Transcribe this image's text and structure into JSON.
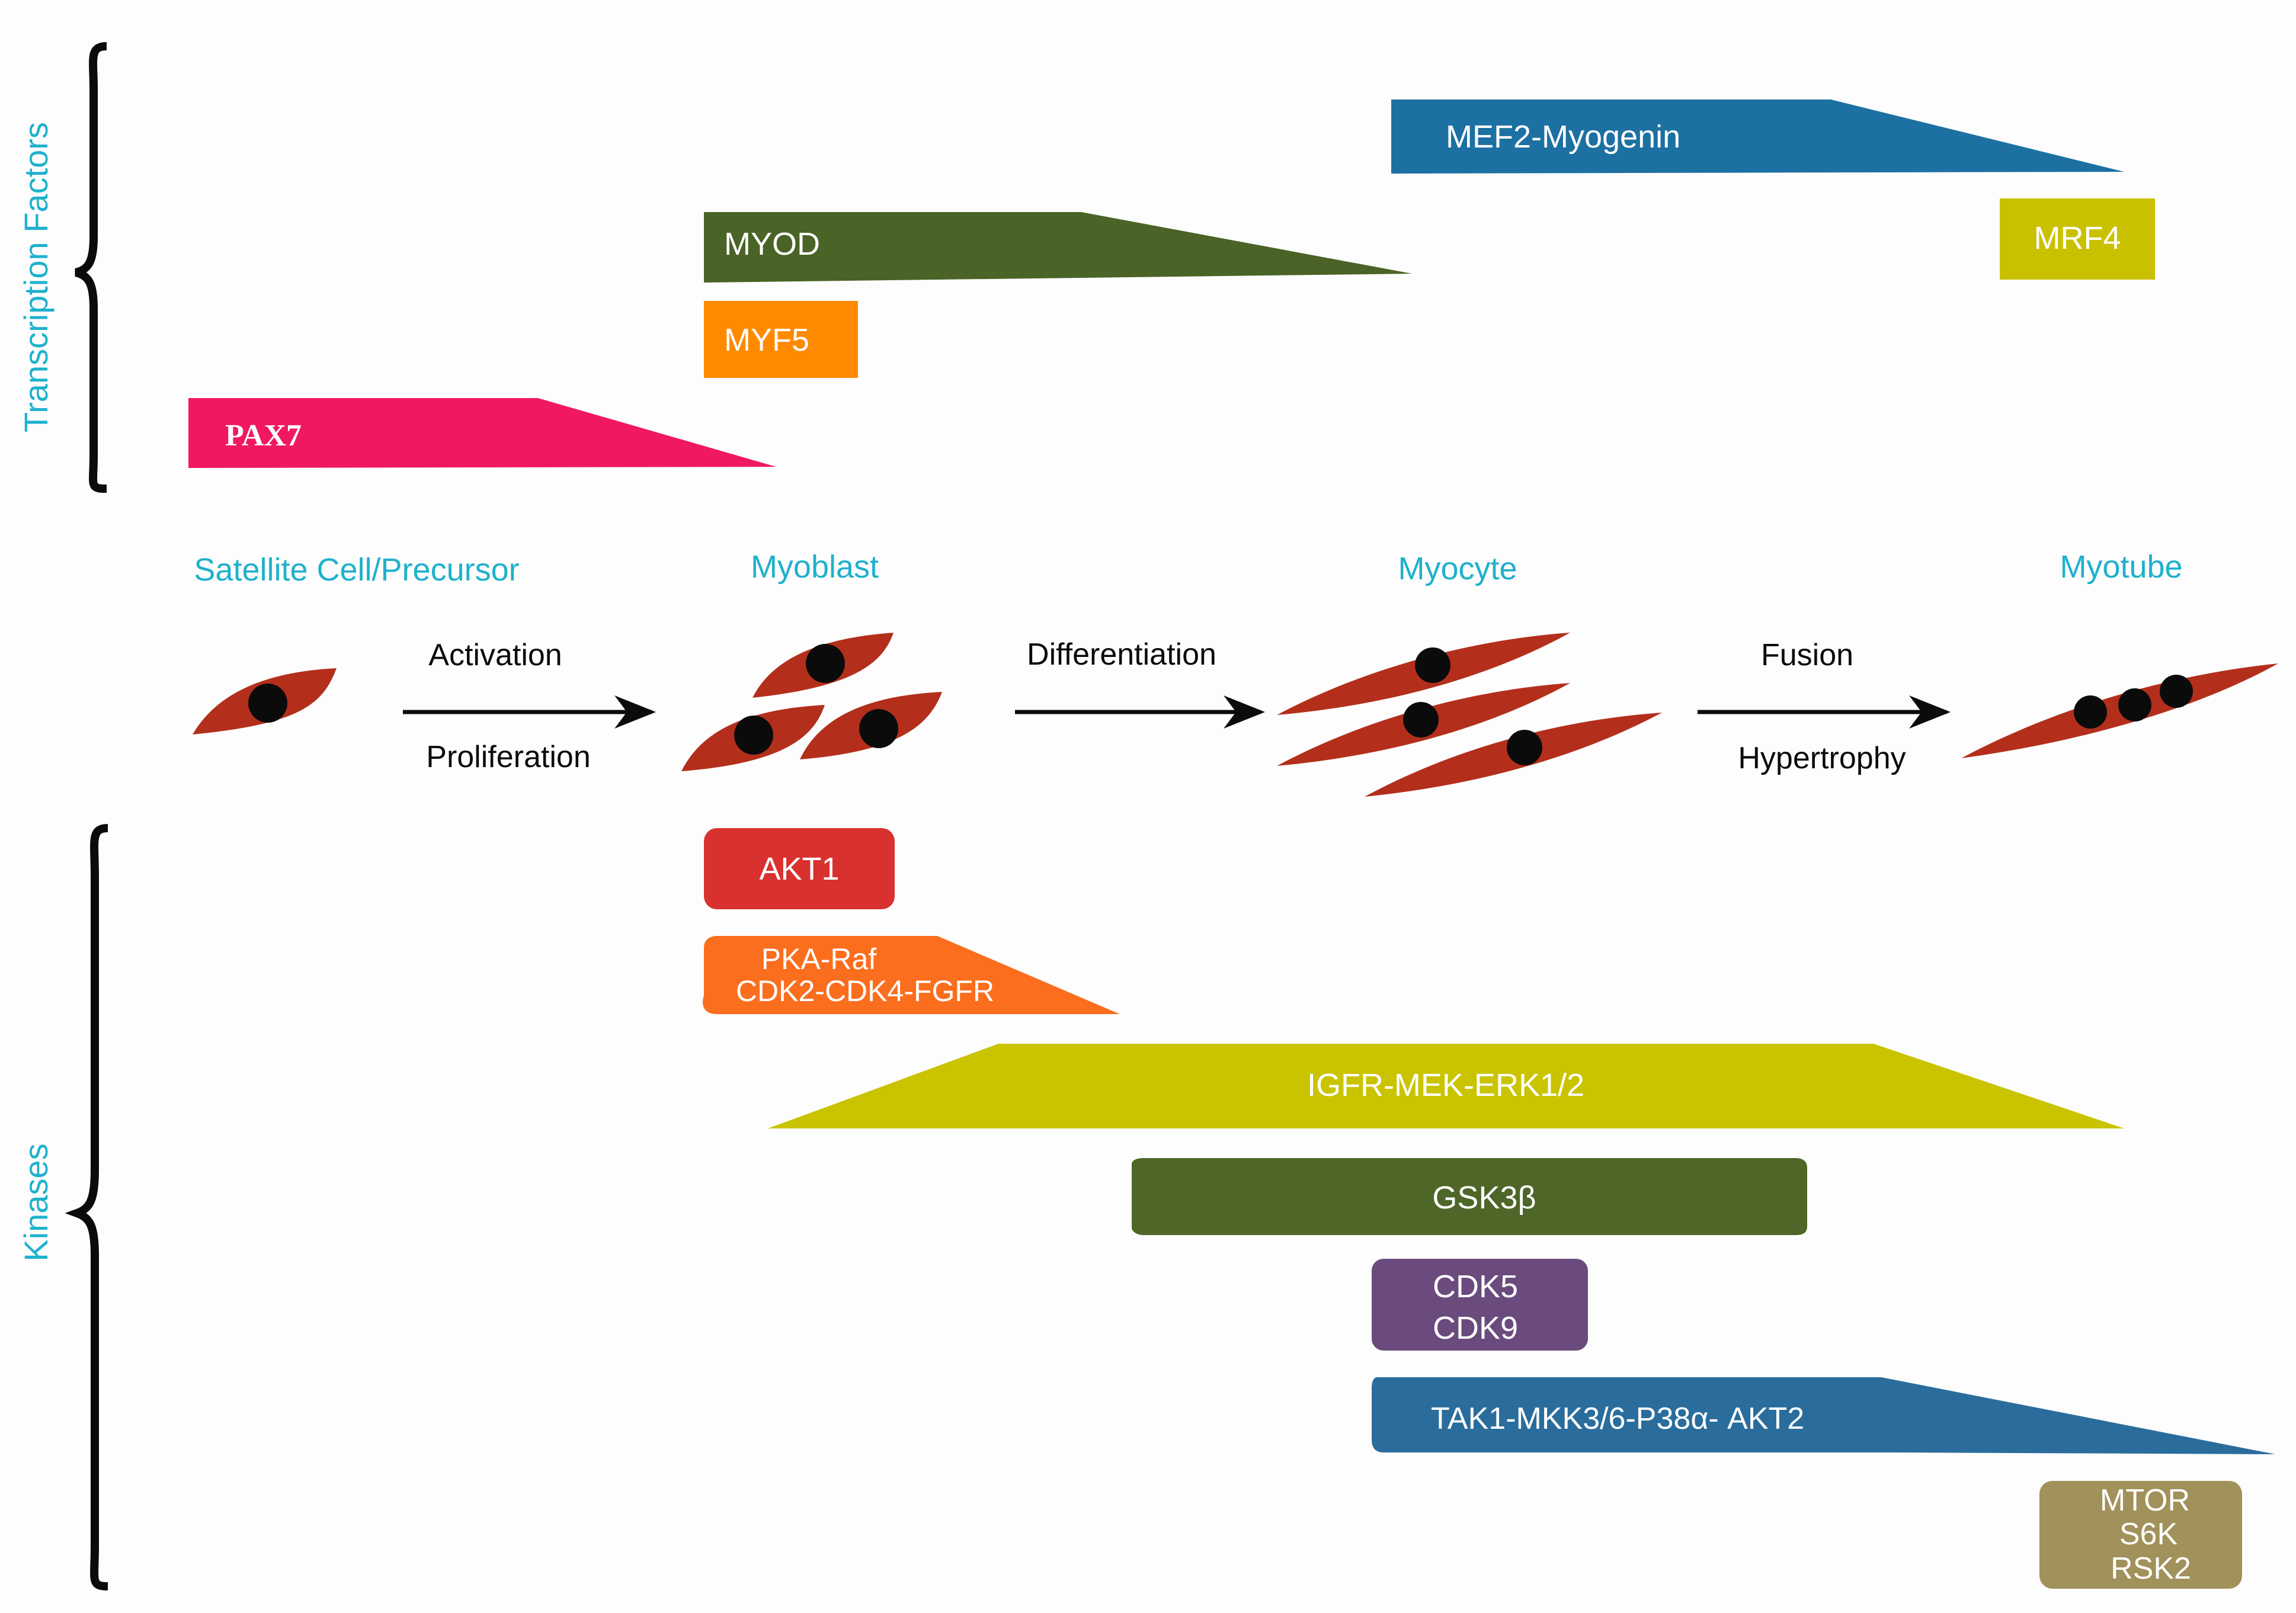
{
  "colors": {
    "accent_cyan": "#1fb1cc",
    "cell": "#b32f1c",
    "nucleus": "#0b0b0b",
    "pax7": "#f0185f",
    "myf5": "#ff8a00",
    "myod": "#4a6326",
    "mef2": "#1d70a2",
    "mrf4": "#c9c100",
    "akt1": "#d93130",
    "pka": "#fb6e1e",
    "igfr": "#cac300",
    "gsk": "#4e6627",
    "cdk59": "#6b4b7d",
    "tak1": "#2a6d9c",
    "mtor": "#a1915a"
  },
  "groups": {
    "transcription_factors": "Transcription Factors",
    "kinases": "Kinases"
  },
  "stages": {
    "satellite": "Satellite Cell/Precursor",
    "myoblast": "Myoblast",
    "myocyte": "Myocyte",
    "myotube": "Myotube"
  },
  "transitions": {
    "t1_top": "Activation",
    "t1_bottom": "Proliferation",
    "t2_top": "Differentiation",
    "t3_top": "Fusion",
    "t3_bottom": "Hypertrophy"
  },
  "transcription_factors": {
    "mef2": "MEF2-Myogenin",
    "mrf4": "MRF4",
    "myod": "MYOD",
    "myf5": "MYF5",
    "pax7": "PAX7"
  },
  "kinases": {
    "akt1": "AKT1",
    "pka_line1": "PKA-Raf",
    "pka_line2": "CDK2-CDK4-FGFR",
    "igfr": "IGFR-MEK-ERK1/2",
    "gsk": "GSK3β",
    "cdk_line1": "CDK5",
    "cdk_line2": "CDK9",
    "tak1": "TAK1-MKK3/6-P38α- AKT2",
    "mtor_line1": "MTOR",
    "mtor_line2": "S6K",
    "mtor_line3": "RSK2"
  }
}
